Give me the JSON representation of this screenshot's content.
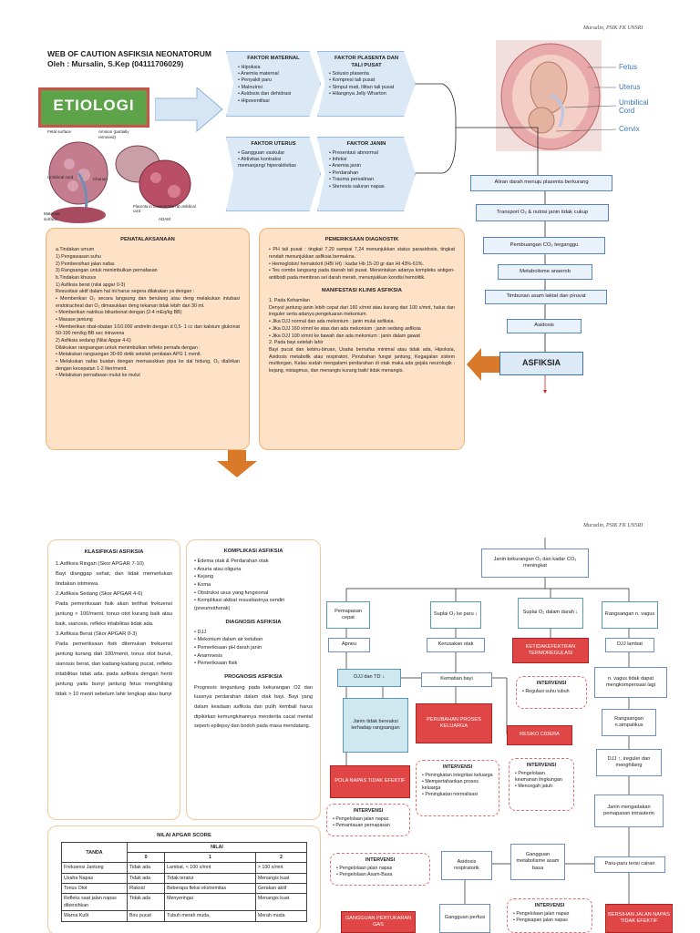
{
  "page1": {
    "header_right": "Mursalin, PSIK FK UNSRI",
    "title_line1": "WEB OF CAUTION ASFIKSIA NEONATORUM",
    "title_line2": "Oleh : Mursalin, S.Kep (04111706029)",
    "etiologi": "ETIOLOGI",
    "img_labels": {
      "fetal_surface": "Fetal surface",
      "amnion": "Amnion (partially removed)",
      "umbilical_cord": "Umbilical cord",
      "chorion": "Chorion",
      "maternal_surface": "Maternal surface",
      "placenta_cs": "Placenta in cross-section at umbilical cord",
      "adam": "ADAM"
    },
    "faktor_maternal": {
      "title": "FAKTOR MATERNAL",
      "items": [
        "Hipoksia",
        "Anemia maternal",
        "Penyakit paru",
        "Malnutrisi",
        "Asidosis dan dehidrasi",
        "Hipoventilasi"
      ]
    },
    "faktor_plasenta": {
      "title": "FAKTOR PLASENTA DAN TALI PUSAT",
      "items": [
        "Solusio plasenta",
        "Kompresi tali pusat",
        "Simpul mati, lilitan tali pusat",
        "Hilangnya Jelly Wharton"
      ]
    },
    "faktor_uterus": {
      "title": "FAKTOR UTERUS",
      "items": [
        "Gangguan vaskular",
        "Aktivitas kontraksi memanjang/ hiperaktivitas"
      ]
    },
    "faktor_janin": {
      "title": "FAKTOR JANIN",
      "items": [
        "Presentasi abnormal",
        "Infeksi",
        "Anemia janin",
        "Perdarahan",
        "Trauma persalinan",
        "Stenosis saluran napas"
      ]
    },
    "fetus_labels": {
      "fetus": "Fetus",
      "uterus": "Uterus",
      "umbilical": "Umbilical Cord",
      "cervix": "Cervix"
    },
    "flow": [
      "Aliran darah menuju plasenta berkurang",
      "Transport O₂ & nutrisi janin tidak cukup",
      "Pembuangan CO₂ terganggu",
      "Metabolisme anaerob",
      "Timbunan asam laktat dan piruvat",
      "Asidosis"
    ],
    "asfiksia": "ASFIKSIA",
    "penatalaksanaan": {
      "title": "PENATALAKSANAAN",
      "lines": [
        "a.Tindakan umum",
        "1) Pengawasan suhu",
        "2) Pembersihan jalan nafas",
        "3) Rangsangan untuk menimbulkan pernafasan",
        "b.Tindakan khusus",
        "1) Asfiksia berat (nilai apgar 0-3)",
        "Resusitasi aktif dalam hal ini harus segera dilakukan ya dengan :",
        "• Memberikan O₂ secara langsung dan berulang atau deng melakukan intubasi endotracheal dan O₂ dimasukkan deng tekanan tidak lebih dari 30 ml.",
        "• Memberikan natrikus bikarbonat dengan (2-4 mEq/kg BB)",
        "• Masase jantung",
        "• Memberikan obat-obatan 1/10.000 andrelin dengan d 0,5- 1 cc dan kalsium glukonat 50-100 mm/kg BB sec intravena",
        "2) Asfiksia sedang (Nilai Apgar 4-6)",
        "Dilakukan rangsangan untuk menimbulkan refleks pernafa dengan :",
        "• Melakukan rangsangan 30-60 detik setelah penilaian APG 1 menit.",
        "• Melakukan nafas buatan dengan memasukkan pipa ke dal hidung, O₂ dialirkan dengan kecepatan 1-2 liter/menit.",
        "• Melakukan pernafasan mulut ke mulut"
      ]
    },
    "pemeriksaan": {
      "title": "PEMERIKSAAN DIAGNOSTIK",
      "lines": [
        "• PH tali pusat : tingkat 7,20 sampai 7,24 menunjukkan status parasidosis, tingkat rendah menunjukkan asfiksia bermakna.",
        "• Hemoglobin/ hematokrit (HB/ Ht) : kadar Hb 15-20 gr dan Ht 43%-61%.",
        "• Tes combs langsung pada daerah tali pusat. Menentukan adanya kompleks antigen-antibodi pada membran sel darah merah, menunjukkan kondisi hemolitik."
      ],
      "manifest_title": "MANIFESTASI KLINIS ASFIKSIA",
      "manifest_lines": [
        "1. Pada Kehamilan",
        "Denyut jantung janin lebih cepat dari 160 x/mnt atau kurang dari 100 x/mnt, halus dan ireguler serta adanya pengeluaran mekonium.",
        "• Jika DJJ normal dan ada mekonium : janin mulai asfiksia.",
        "• Jika DJJ 160 x/mnt ke atas dan ada mekonium : janin sedang asfiksia",
        "• Jika DJJ 100 x/mnt ke bawah dan ada mekonium : janin dalam gawat",
        "2. Pada bayi setelah lahir",
        "Bayi pucat dan kebiru-biruan, Usaha bernafas minimal atau tidak ada, Hipoksia, Asidosis metabolik atau respiratori, Perubahan fungsi jantung, Kegagalan sistem multiorgan, Kalau sudah mengalami perdarahan di otak maka ada gejala neurologik : kejang, nistagmus, dan menangis kurang baik/ tidak menangis."
      ]
    }
  },
  "page2": {
    "header_right": "Mursalin, PSIK FK UNSRI",
    "klasifikasi": {
      "title": "KLASIFIKASI ASFIKSIA",
      "lines": [
        "1.Asfiksia Ringan (Skor APGAR 7-10)",
        "Bayi dianggap sehat, dan tidak memerlukan tindakan istimewa.",
        "2.Asfiksia Sedang (Skor APGAR 4-6)",
        "Pada pemeriksaan fisik akan terlihat frekuensi jantung > 100/menit, tonus otot kurang baik atau baik, sianosis, refleks iritabilitas tidak ada.",
        "3.Asfiksia Berat (Skor APGAR 0-3)",
        "Pada pemeriksaan fisik ditemukan frekuensi jantung kurang dari 100/menit, tonus otot buruk, sianosis berat, dan kadang-kadang pucat, refleks iritabilitas tidak ada, pada asfiksia dengan henti jantung yaitu bunyi jantung fetus menghilang tidak > 10 menit sebelum lahir lengkap atau bunyi"
      ]
    },
    "komplikasi": {
      "title": "KOMPLIKASI ASFIKSIA",
      "items": [
        "Edema otak & Perdarahan otak",
        "Anuria atau oliguria",
        "Kejang",
        "Koma",
        "Obstruksi usus yang fungsional",
        "Komplikasi akibat resusitasinya sendiri (pneumothorak)"
      ]
    },
    "diagnosis": {
      "title": "DIAGNOSIS ASFIKSIA",
      "items": [
        "DJJ",
        "Mekonium dalam air ketuban",
        "Pemeriksaan pH darah janin",
        "Anamnesis",
        "Pemeriksaan fisik"
      ]
    },
    "prognosis": {
      "title": "PROGNOSIS ASFIKSIA",
      "text": "Prognosis tergantung pada kekurangan O2 dan luasnya perdarahan dalam otak bayi. Bayi yang dalam keadaan asfiksia dan pulih kembali harus dipikirkan kemungkinannya menderita cacat mental seperti epilepsy dan bodoh pada masa mendatang."
    },
    "apgar": {
      "title": "NILAI APGAR SCORE",
      "col_tanda": "TANDA",
      "col_nilai": "NILAI",
      "scores": [
        "0",
        "1",
        "2"
      ],
      "rows": [
        [
          "Frekuensi Jantung",
          "Tidak ada",
          "Lambat, < 100 x/mnt",
          "> 100 x/mnt"
        ],
        [
          "Usaha Napas",
          "Tidak ada",
          "Tidak teratur",
          "Menangis kuat"
        ],
        [
          "Tonus Otot",
          "Flaksid",
          "Beberapa fleksi ekstremitas",
          "Gerakan aktif"
        ],
        [
          "Refleks saat jalan napas dibersihkan",
          "Tidak ada",
          "Menyeringai",
          "Menangis kuat"
        ],
        [
          "Warna Kulit",
          "Biru pucat",
          "Tubuh merah muda,",
          "Merah muda"
        ]
      ]
    },
    "flow": {
      "top": "Janin kekurangan O₂ dan kadar CO₂ meningkat",
      "pemapasan_cepat": "Pemapasan cepat",
      "suplai_paru": "Suplai O₂ ke paru ↓",
      "suplai_darah": "Suplai O₂ dalam darah ↓",
      "rangsangan_vagus": "Rangsangan n. vagus",
      "apneu": "Apneu",
      "kerusakan_otak": "Kerusakan otak",
      "ketidakefektifan": "KETIDAKEFEKTIFAN TERMOREGULASI",
      "djj_lambat": "DJJ lambat",
      "djj_td": "DJJ dan TD ↓",
      "kematian_bayi": "Kematian bayi",
      "interv_suhu_title": "INTERVENSI",
      "interv_suhu": [
        "Regulasi suhu tubuh"
      ],
      "nvagus_kompensasi": "n. vagus tidak dapat mengkompensasi lagi",
      "janin_tidak": "Janin tidak bereaksi terhadap rangsangan",
      "perubahan_proses": "PERUBAHAN PROSES KELUARGA",
      "resiko_cidera": "RESIKO CIDERA",
      "rangsangan_simpatikus": "Rangsangan n.simpatikus",
      "pola_napas": "POLA NAPAS TIDAK EFEKTIF",
      "interv_keluarga_title": "INTERVENSI",
      "interv_keluarga": [
        "Peningkatan integritas keluarga",
        "Mempertahankan proses keluarga",
        "Peningkatan normalisasi"
      ],
      "interv_cidera_title": "INTERVENSI",
      "interv_cidera": [
        "Pengelolaan keamanan lingkungan",
        "Mencegah jatuh"
      ],
      "djj_ireguler": "DJJ ↑, ireguler dan menghilang",
      "interv_napas_title": "INTERVENSI",
      "interv_napas": [
        "Pengelolaan jalan napas",
        "Pemantauan pernapasan"
      ],
      "janin_megadakan": "Janin mengadakan pemapasan intrauterin",
      "asidosis_resp": "Asidosis respiratorik",
      "gangguan_metabolisme": "Gangguan metabolisme asam basa",
      "paru_terisi": "Paru-paru terisi cairan",
      "interv_asam_title": "INTERVENSI",
      "interv_asam": [
        "Pengelolaan jalan napas",
        "Pengelolaan Asam-Basa"
      ],
      "gangguan_perfusi": "Gangguan perfusi",
      "interv_bersihan_title": "INTERVENSI",
      "interv_bersihan": [
        "Pengelolaan jalan napas",
        "Pengisapan jalan napas"
      ],
      "gangguan_pertukaran": "GANGGUAN PERTUKARAN GAS",
      "bersihan_jalan": "BERSIHAN JALAN NAPAS TIDAK EFEKTIF"
    }
  },
  "colors": {
    "etiologi_bg": "#5ca34a",
    "etiologi_border": "#c9524a",
    "orange_box": "#fde2c8",
    "red_box": "#e04646",
    "arrow_orange": "#d87a2a"
  }
}
